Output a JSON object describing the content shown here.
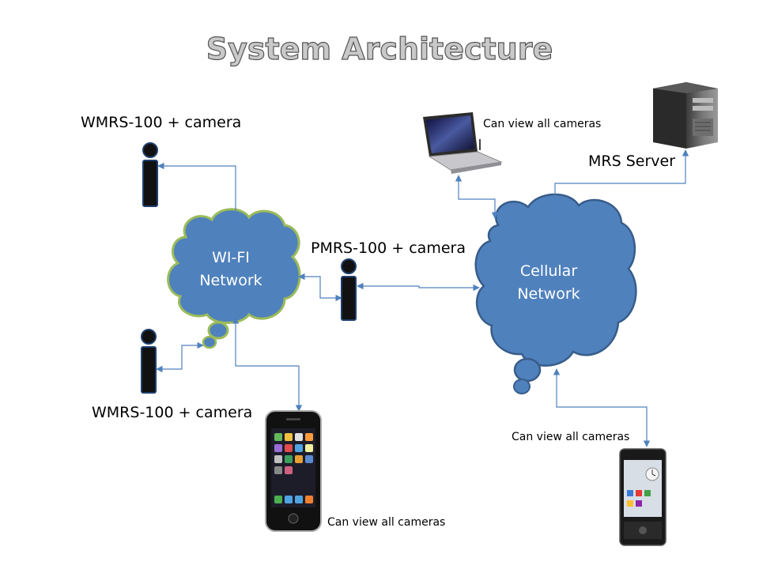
{
  "title": "System Architecture",
  "labels": {
    "wmrs_top": "WMRS-100 + camera",
    "wmrs_bottom": "WMRS-100 + camera",
    "pmrs": "PMRS-100 + camera",
    "mrs_server": "MRS Server",
    "laptop_note": "Can view all cameras",
    "android_note": "Can view all cameras",
    "iphone_note": "Can view all cameras"
  },
  "clouds": {
    "wifi": {
      "line1": "WI-FI",
      "line2": "Network"
    },
    "cellular": {
      "line1": "Cellular",
      "line2": "Network"
    }
  },
  "colors": {
    "cloud_fill": "#4f81bd",
    "wifi_border": "#9bbb59",
    "cellular_border": "#385d8a",
    "connector": "#4f81bd",
    "camera_body": "#111111"
  },
  "icons": [
    "camera-device-icon",
    "laptop-icon",
    "server-tower-icon",
    "iphone-icon",
    "android-phone-icon"
  ]
}
